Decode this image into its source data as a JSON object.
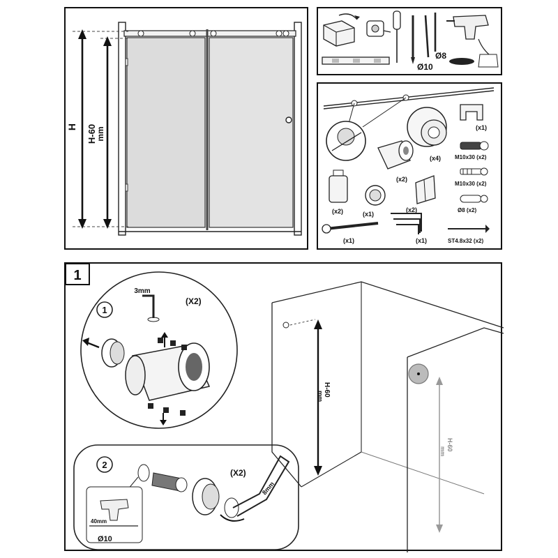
{
  "overview": {
    "h_label": "H",
    "h60_label": "H-60",
    "mm_label": "mm"
  },
  "tools": {
    "drill_bit_1": "Ø8",
    "drill_bit_2": "Ø10"
  },
  "parts": {
    "qty_x1_clip": "(x1)",
    "qty_x4_roller": "(x4)",
    "qty_x2_bolt1": "M10x30 (x2)",
    "qty_x2_bolt2": "M10x30 (x2)",
    "qty_x2_sleeve": "(x2)",
    "qty_x2_bottle": "(x2)",
    "qty_x1_ring": "(x1)",
    "qty_x2_bracket": "(x2)",
    "qty_x2_plug": "Ø8 (x2)",
    "qty_x1_wrench": "(x1)",
    "qty_x1_keys": "(x1)",
    "qty_x2_screw": "ST4.8x32 (x2)"
  },
  "step1": {
    "step_number": "1",
    "sub1_number": "1",
    "sub1_key_size": "3mm",
    "sub1_count": "(X2)",
    "sub2_number": "2",
    "sub2_count": "(X2)",
    "sub2_key_size": "8mm",
    "sub2_depth": "40mm",
    "sub2_bit": "Ø10",
    "wall_h60": "H-60",
    "wall_mm": "mm",
    "wall2_h60": "H-60",
    "wall2_mm": "mm"
  }
}
